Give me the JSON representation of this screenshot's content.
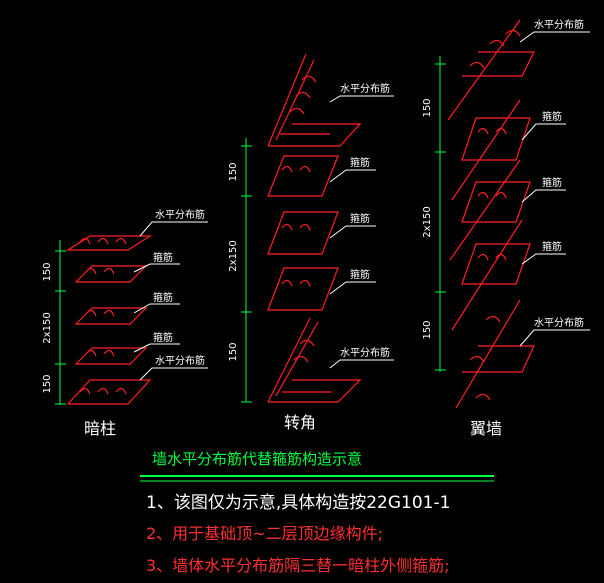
{
  "diagram": {
    "colors": {
      "background": "#000000",
      "rebar": "#ff2020",
      "leader": "#ffffff",
      "label": "#ffffff",
      "dimension": "#00ff40",
      "dim_text": "#ffffff",
      "title": "#00ff40",
      "note_white": "#ffffff",
      "note_red": "#ff3030"
    },
    "panels": {
      "dark_column": {
        "caption": "暗柱",
        "labels": {
          "top": "水平分布筋",
          "stirrup_1": "箍筋",
          "stirrup_2": "箍筋",
          "stirrup_3": "箍筋",
          "bottom": "水平分布筋"
        },
        "dims": {
          "top": "150",
          "middle": "2x150",
          "bottom": "150"
        }
      },
      "corner": {
        "caption": "转角",
        "labels": {
          "top": "水平分布筋",
          "stirrup_1": "箍筋",
          "stirrup_2": "箍筋",
          "stirrup_3": "箍筋",
          "bottom": "水平分布筋"
        },
        "dims": {
          "top": "150",
          "middle": "2x150",
          "bottom": "150"
        }
      },
      "wing_wall": {
        "caption": "翼墙",
        "labels": {
          "top": "水平分布筋",
          "stirrup_1": "箍筋",
          "stirrup_2": "箍筋",
          "stirrup_3": "箍筋",
          "bottom": "水平分布筋"
        },
        "dims": {
          "top": "150",
          "middle": "2x150",
          "bottom": "150"
        }
      }
    },
    "title": "墙水平分布筋代替箍筋构造示意",
    "notes": [
      "1、该图仅为示意,具体构造按22G101-1",
      "2、用于基础顶~二层顶边缘构件;",
      "3、墙体水平分布筋隔三替一暗柱外侧箍筋;"
    ]
  }
}
